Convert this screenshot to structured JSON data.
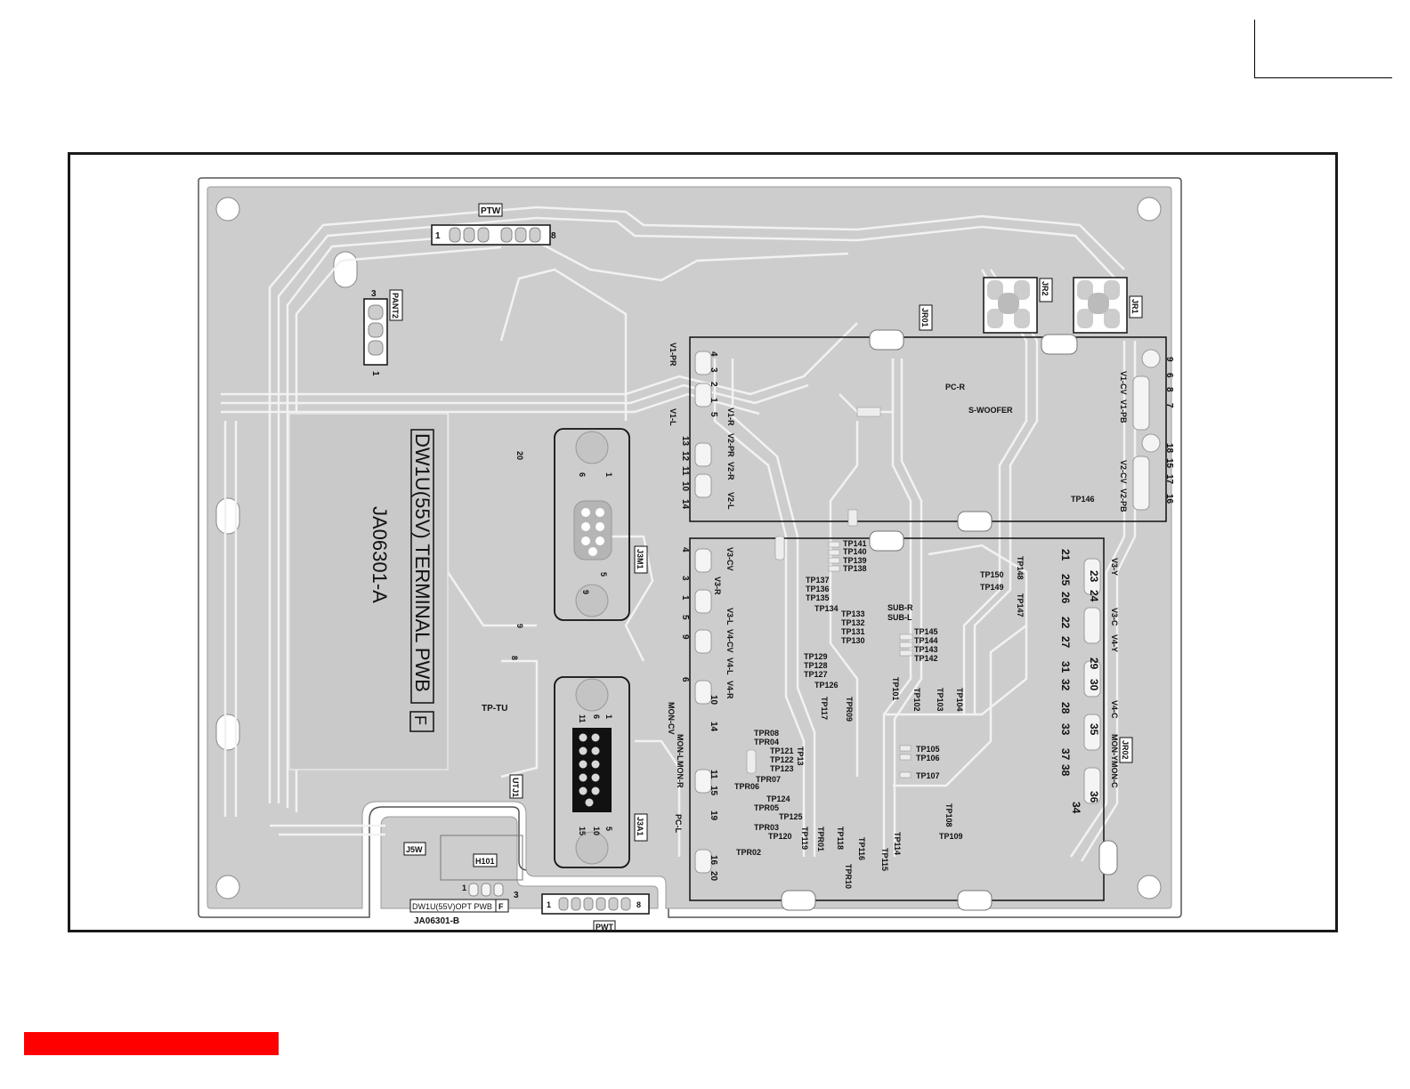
{
  "board": {
    "main_title": "DW1U(55V) TERMINAL PWB",
    "main_title_suffix": "F",
    "main_part_no": "JA06301-A",
    "sub_title": "DW1U(55V)OPT PWB",
    "sub_title_suffix": "F",
    "sub_part_no": "JA06301-B"
  },
  "connectors": {
    "ptw": "PTW",
    "pant2": "PANT2",
    "jr01": "JR01",
    "jr02": "JR02",
    "jr1": "JR1",
    "jr2": "JR2",
    "j3m1": "J3M1",
    "j3a1": "J3A1",
    "utj1": "UTJ1",
    "j5w": "J5W",
    "h101": "H101",
    "pwt": "PWT"
  },
  "pin_labels": {
    "ptw_1": "1",
    "ptw_8": "8",
    "pant2_3": "3",
    "pant2_1": "1",
    "pwt_1": "1",
    "pwt_8": "8",
    "h101_1": "1",
    "h101_3": "3",
    "j3m1_20": "20",
    "j3m1_1": "1",
    "j3m1_6": "6",
    "j3m1_5": "5",
    "j3m1_9": "9",
    "j3m1_9b": "9",
    "j3m1_8": "8",
    "j3a1_1": "1",
    "j3a1_6": "6",
    "j3a1_11": "11",
    "j3a1_5": "5",
    "j3a1_10": "10",
    "j3a1_15": "15",
    "j3a1_15b": "15"
  },
  "signals_left_top": {
    "v1_pr": "V1-PR",
    "v1_l": "V1-L",
    "v1_r": "V1-R",
    "v2_pr": "V2-PR",
    "v2_r": "V2-R",
    "v2_l": "V2-L",
    "pins_a": [
      "4",
      "3",
      "2",
      "1",
      "5",
      "13",
      "12",
      "11",
      "10",
      "14"
    ]
  },
  "signals_left_bottom": {
    "v3_cv": "V3-CV",
    "v3_r": "V3-R",
    "v3_l": "V3-L",
    "v4_cv": "V4-CV",
    "v4_l": "V4-L",
    "v4_r": "V4-R",
    "mon_cv": "MON-CV",
    "mon_l": "MON-L",
    "mon_r": "MON-R",
    "pc_l": "PC-L",
    "tp_tu": "TP-TU",
    "pins_b": [
      "4",
      "3",
      "1",
      "5",
      "9",
      "6",
      "10",
      "14",
      "11",
      "15",
      "19",
      "16",
      "20"
    ]
  },
  "signals_right_top": {
    "v1_cv": "V1-CV",
    "v1_pb": "V1-PB",
    "v2_cv": "V2-CV",
    "v2_pb": "V2-PB",
    "pc_r": "PC-R",
    "s_woofer": "S-WOOFER",
    "tp146": "TP146",
    "pins_c": [
      "9",
      "6",
      "8",
      "7",
      "18",
      "15",
      "17",
      "16"
    ]
  },
  "signals_right_bottom": {
    "v3_y": "V3-Y",
    "v3_c": "V3-C",
    "v4_y": "V4-Y",
    "v4_c": "V4-C",
    "mon_y": "MON-Y",
    "mon_c": "MON-C",
    "pins_d": [
      "21",
      "23",
      "25",
      "26",
      "24",
      "22",
      "27",
      "29",
      "31",
      "32",
      "30",
      "28",
      "33",
      "35",
      "37",
      "38",
      "36",
      "34"
    ]
  },
  "test_points": {
    "group1": [
      "TP141",
      "TP140",
      "TP139",
      "TP138",
      "TP137",
      "TP136",
      "TP135",
      "TP134",
      "TP133",
      "TP132",
      "TP131",
      "TP130"
    ],
    "group2": [
      "TP129",
      "TP128",
      "TP127",
      "TP126",
      "TP117",
      "TPR09"
    ],
    "group3": [
      "TPR08",
      "TPR04",
      "TP121",
      "TP122",
      "TP123",
      "TP13",
      "TPR07",
      "TPR06",
      "TP124",
      "TPR05",
      "TP125",
      "TPR03",
      "TP120",
      "TP119",
      "TPR01",
      "TP118",
      "TPR02",
      "TP116",
      "TPR10",
      "TP114",
      "TP115"
    ],
    "group4": [
      "SUB-R",
      "SUB-L",
      "TP145",
      "TP144",
      "TP143",
      "TP142",
      "TP101",
      "TP102",
      "TP103",
      "TP104",
      "TP105",
      "TP106",
      "TP107",
      "TP108",
      "TP109",
      "TP150",
      "TP149",
      "TP148",
      "TP147"
    ]
  }
}
